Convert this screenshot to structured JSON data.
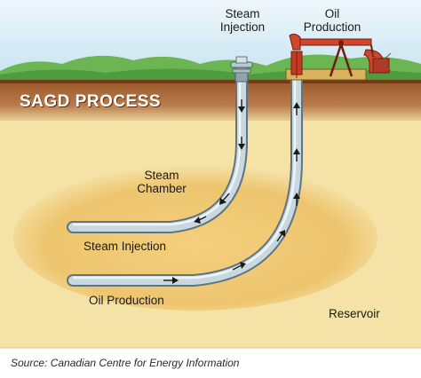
{
  "diagram": {
    "title": "SAGD PROCESS",
    "labels": {
      "steam_injection_top": [
        "Steam",
        "Injection"
      ],
      "oil_production_top": [
        "Oil",
        "Production"
      ],
      "steam_chamber": [
        "Steam",
        "Chamber"
      ],
      "steam_injection_well": "Steam Injection",
      "oil_production_well": "Oil Production",
      "reservoir": "Reservoir"
    },
    "source": "Source: Canadian Centre for Energy Information"
  },
  "colors": {
    "sky": "#cfe6f2",
    "hills": "#5fae48",
    "soil_band": "#8a4a22",
    "ground": "#f4e2a6",
    "steam_chamber": "#edc46e",
    "pipe": "#bfcfd6",
    "pump_jack": "#d0452c"
  }
}
